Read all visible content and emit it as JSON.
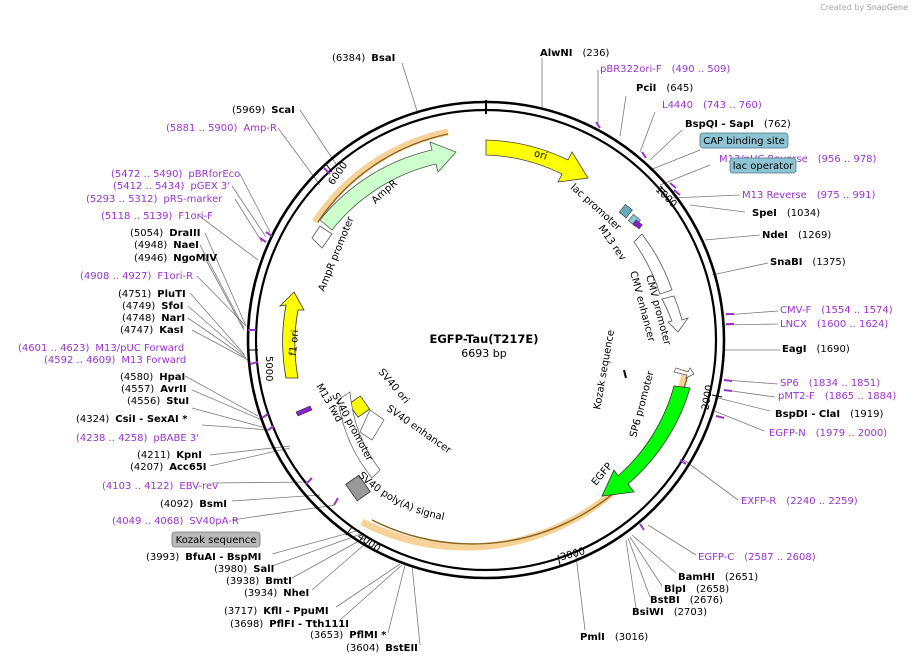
{
  "app_credit": {
    "prefix": "Created by",
    "brand": "SnapGene"
  },
  "plasmid": {
    "name": "EGFP-Tau(T217E)",
    "length": "6693 bp"
  },
  "ticks": [
    "1000",
    "2000",
    "3000",
    "4000",
    "5000",
    "6000"
  ],
  "sites": [
    {
      "name": "AlwNI",
      "pos": "(236)"
    },
    {
      "name": "PciI",
      "pos": "(645)"
    },
    {
      "name": "BspQI - SapI",
      "pos": "(762)"
    },
    {
      "name": "SpeI",
      "pos": "(1034)"
    },
    {
      "name": "NdeI",
      "pos": "(1269)"
    },
    {
      "name": "SnaBI",
      "pos": "(1375)"
    },
    {
      "name": "EagI",
      "pos": "(1690)"
    },
    {
      "name": "BspDI - ClaI",
      "pos": "(1919)"
    },
    {
      "name": "BamHI",
      "pos": "(2651)"
    },
    {
      "name": "BlpI",
      "pos": "(2658)"
    },
    {
      "name": "BstBI",
      "pos": "(2676)"
    },
    {
      "name": "BsiWI",
      "pos": "(2703)"
    },
    {
      "name": "PmlI",
      "pos": "(3016)"
    },
    {
      "name": "BstEII",
      "pos": "(3604)"
    },
    {
      "name": "PflMI *",
      "pos": "(3653)"
    },
    {
      "name": "PflFI - Tth111I",
      "pos": "(3698)"
    },
    {
      "name": "KflI - PpuMI",
      "pos": "(3717)"
    },
    {
      "name": "NheI",
      "pos": "(3934)"
    },
    {
      "name": "BmtI",
      "pos": "(3938)"
    },
    {
      "name": "SalI",
      "pos": "(3980)"
    },
    {
      "name": "BfuAI - BspMI",
      "pos": "(3993)"
    },
    {
      "name": "BsmI",
      "pos": "(4092)"
    },
    {
      "name": "Acc65I",
      "pos": "(4207)"
    },
    {
      "name": "KpnI",
      "pos": "(4211)"
    },
    {
      "name": "CsiI - SexAI *",
      "pos": "(4324)"
    },
    {
      "name": "StuI",
      "pos": "(4556)"
    },
    {
      "name": "AvrII",
      "pos": "(4557)"
    },
    {
      "name": "HpaI",
      "pos": "(4580)"
    },
    {
      "name": "KasI",
      "pos": "(4747)"
    },
    {
      "name": "NarI",
      "pos": "(4748)"
    },
    {
      "name": "SfoI",
      "pos": "(4749)"
    },
    {
      "name": "PluTI",
      "pos": "(4751)"
    },
    {
      "name": "NgoMIV",
      "pos": "(4946)"
    },
    {
      "name": "NaeI",
      "pos": "(4948)"
    },
    {
      "name": "DraIII",
      "pos": "(5054)"
    },
    {
      "name": "ScaI",
      "pos": "(5969)"
    },
    {
      "name": "BsaI",
      "pos": "(6384)"
    }
  ],
  "primers": [
    {
      "name": "pBR322ori-F",
      "range": "(490 .. 509)"
    },
    {
      "name": "L4440",
      "range": "(743 .. 760)"
    },
    {
      "name": "M13/pUC Reverse",
      "range": "(956 .. 978)"
    },
    {
      "name": "M13 Reverse",
      "range": "(975 .. 991)"
    },
    {
      "name": "CMV-F",
      "range": "(1554 .. 1574)"
    },
    {
      "name": "LNCX",
      "range": "(1600 .. 1624)"
    },
    {
      "name": "SP6",
      "range": "(1834 .. 1851)"
    },
    {
      "name": "pMT2-F",
      "range": "(1865 .. 1884)"
    },
    {
      "name": "EGFP-N",
      "range": "(1979 .. 2000)"
    },
    {
      "name": "EXFP-R",
      "range": "(2240 .. 2259)"
    },
    {
      "name": "EGFP-C",
      "range": "(2587 .. 2608)"
    },
    {
      "name": "SV40pA-R",
      "range": "(4049 .. 4068)"
    },
    {
      "name": "EBV-rev",
      "range": "(4103 .. 4122)"
    },
    {
      "name": "pBABE 3'",
      "range": "(4238 .. 4258)"
    },
    {
      "name": "M13 Forward",
      "range": "(4592 .. 4609)"
    },
    {
      "name": "M13/pUC Forward",
      "range": "(4601 .. 4623)"
    },
    {
      "name": "F1ori-R",
      "range": "(4908 .. 4927)"
    },
    {
      "name": "F1ori-F",
      "range": "(5118 .. 5139)"
    },
    {
      "name": "pRS-marker",
      "range": "(5293 .. 5312)"
    },
    {
      "name": "pGEX 3'",
      "range": "(5412 .. 5434)"
    },
    {
      "name": "pBRforEco",
      "range": "(5472 .. 5490)"
    },
    {
      "name": "Amp-R",
      "range": "(5881 .. 5900)"
    }
  ],
  "boxed_labels": [
    {
      "text": "CAP binding site",
      "color": "#8fc4d4"
    },
    {
      "text": "lac operator",
      "color": "#8fc4d4"
    },
    {
      "text": "Kozak sequence",
      "color": "#b8b8b8"
    }
  ],
  "features": [
    {
      "name": "ori",
      "color": "#ffff00"
    },
    {
      "name": "lac promoter",
      "color": "#ffffff"
    },
    {
      "name": "M13 rev",
      "color": "#8822cc"
    },
    {
      "name": "CMV enhancer",
      "color": "#ffffff"
    },
    {
      "name": "CMV promoter",
      "color": "#ffffff"
    },
    {
      "name": "Kozak sequence",
      "color": "#000000"
    },
    {
      "name": "SP6 promoter",
      "color": "#ffffff"
    },
    {
      "name": "EGFP",
      "color": "#00ff00"
    },
    {
      "name": "SV40 poly(A) signal",
      "color": "#999999"
    },
    {
      "name": "SV40 enhancer",
      "color": "#ffffff"
    },
    {
      "name": "SV40 ori",
      "color": "#ffff00"
    },
    {
      "name": "SV40 promoter",
      "color": "#ffffff"
    },
    {
      "name": "M13 fwd",
      "color": "#8822cc"
    },
    {
      "name": "f1 ori",
      "color": "#ffff00"
    },
    {
      "name": "AmpR promoter",
      "color": "#ffffff"
    },
    {
      "name": "AmpR",
      "color": "#ccffcc"
    }
  ],
  "colors": {
    "primer": "#9933cc",
    "backbone": "#000000",
    "orf_highlight": "#f5c77e",
    "leader": "#777777"
  }
}
